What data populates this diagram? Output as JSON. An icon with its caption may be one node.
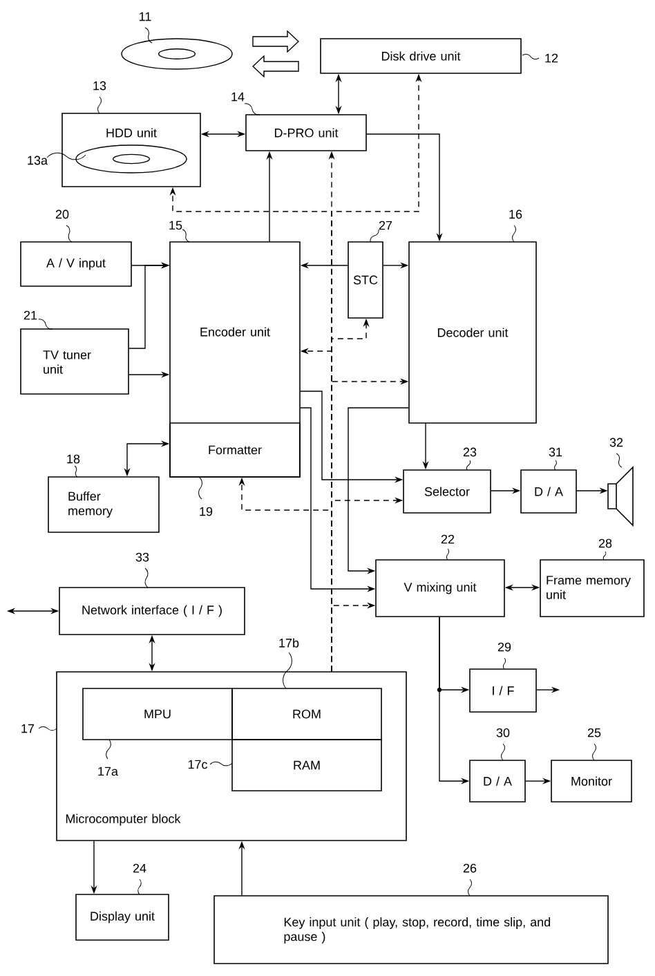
{
  "diagram": {
    "nodes": [
      {
        "text": [],
        "shape": "disc",
        "beside": [
          "11"
        ]
      },
      {
        "text": [
          "Disk drive unit"
        ],
        "beside": [
          "12"
        ]
      },
      {
        "text": [
          "HDD unit"
        ],
        "beside": [
          "13"
        ]
      },
      {
        "text": [],
        "shape": "disc",
        "in": 2,
        "beside": [
          "13a"
        ]
      },
      {
        "text": [
          "D-PRO unit"
        ],
        "beside": [
          "14"
        ]
      },
      {
        "text": [
          "A / V input"
        ],
        "beside": [
          "20"
        ]
      },
      {
        "text": [
          "Encoder unit"
        ],
        "beside": [
          "15"
        ]
      },
      {
        "text": [
          "Formatter"
        ],
        "in": 6,
        "beside": [
          "19"
        ]
      },
      {
        "text": [
          "STC"
        ],
        "beside": [
          "27"
        ]
      },
      {
        "text": [
          "Decoder unit"
        ],
        "beside": [
          "16"
        ]
      },
      {
        "text": [
          "TV tuner unit"
        ],
        "beside": [
          "21"
        ]
      },
      {
        "text": [
          "Buffer memory"
        ],
        "beside": [
          "18"
        ]
      },
      {
        "text": [
          "Selector"
        ],
        "beside": [
          "23"
        ]
      },
      {
        "text": [
          "D / A"
        ],
        "beside": [
          "31"
        ]
      },
      {
        "text": [],
        "shape": "speaker",
        "beside": [
          "32"
        ]
      },
      {
        "text": [
          "V mixing unit"
        ],
        "beside": [
          "22"
        ]
      },
      {
        "text": [
          "Frame memory unit"
        ],
        "beside": [
          "28"
        ]
      },
      {
        "text": [
          "Network interface ( I / F )"
        ],
        "beside": [
          "33"
        ]
      },
      {
        "text": [
          "Microcomputer block"
        ],
        "beside": [
          "17"
        ]
      },
      {
        "text": [
          "MPU"
        ],
        "in": 18,
        "beside": [
          "17a"
        ]
      },
      {
        "text": [
          "ROM"
        ],
        "in": 18,
        "beside": [
          "17b"
        ]
      },
      {
        "text": [
          "RAM"
        ],
        "in": 18,
        "beside": [
          "17c"
        ]
      },
      {
        "text": [
          "I / F"
        ],
        "beside": [
          "29"
        ]
      },
      {
        "text": [
          "D / A"
        ],
        "beside": [
          "30"
        ]
      },
      {
        "text": [
          "Monitor"
        ],
        "beside": [
          "25"
        ]
      },
      {
        "text": [
          "Display unit"
        ],
        "beside": [
          "24"
        ]
      },
      {
        "text": [
          "Key input unit ( play, stop, record, time slip, and pause )"
        ],
        "beside": [
          "26"
        ]
      }
    ],
    "edges": [
      {
        "from": 0,
        "to": 1,
        "arrow": "to"
      },
      {
        "from": 1,
        "to": 0,
        "arrow": "to"
      },
      {
        "from": 1,
        "to": 4,
        "arrow": "both"
      },
      {
        "from": 2,
        "to": 4,
        "arrow": "both"
      },
      {
        "from": 4,
        "to": 9,
        "arrow": "to"
      },
      {
        "from": 6,
        "to": 4,
        "arrow": "to"
      },
      {
        "from": 5,
        "to": 6,
        "arrow": "to"
      },
      {
        "from": 10,
        "to": 6,
        "arrow": "to"
      },
      {
        "from": 10,
        "to": 6,
        "arrow": "to"
      },
      {
        "from": 8,
        "to": 6,
        "arrow": "to"
      },
      {
        "from": 8,
        "to": 9,
        "arrow": "to"
      },
      {
        "from": 11,
        "to": 7,
        "arrow": "both"
      },
      {
        "from": 9,
        "to": 12,
        "arrow": "to"
      },
      {
        "from": 12,
        "to": 13,
        "arrow": "to"
      },
      {
        "from": 13,
        "to": 14,
        "arrow": "to"
      },
      {
        "from": 6,
        "to": 12,
        "arrow": "to"
      },
      {
        "from": 6,
        "to": 15,
        "arrow": "to"
      },
      {
        "from": 9,
        "to": 15,
        "arrow": "to"
      },
      {
        "from": 15,
        "to": 16,
        "arrow": "both"
      },
      {
        "from": 15,
        "to": 22,
        "arrow": "to"
      },
      {
        "from": 15,
        "to": 23,
        "arrow": "to"
      },
      {
        "from": 23,
        "to": 24,
        "arrow": "to"
      },
      {
        "from": 22,
        "to": null,
        "arrow": "to"
      },
      {
        "from": null,
        "to": 17,
        "arrow": "both"
      },
      {
        "from": 17,
        "to": 18,
        "arrow": "both"
      },
      {
        "from": 18,
        "to": 25,
        "arrow": "to"
      },
      {
        "from": 26,
        "to": 18,
        "arrow": "to"
      },
      {
        "from": 18,
        "to": 4,
        "arrow": "to",
        "style": "dashed"
      },
      {
        "from": 18,
        "to": 2,
        "arrow": "to",
        "style": "dashed"
      },
      {
        "from": 18,
        "to": 1,
        "arrow": "to",
        "style": "dashed"
      },
      {
        "from": 18,
        "to": 8,
        "arrow": "to",
        "style": "dashed"
      },
      {
        "from": 18,
        "to": 6,
        "arrow": "to",
        "style": "dashed"
      },
      {
        "from": 18,
        "to": 9,
        "arrow": "to",
        "style": "dashed"
      },
      {
        "from": 18,
        "to": 7,
        "arrow": "to",
        "style": "dashed"
      },
      {
        "from": 18,
        "to": 12,
        "arrow": "to",
        "style": "dashed"
      },
      {
        "from": 18,
        "to": 15,
        "arrow": "to",
        "style": "dashed"
      }
    ]
  }
}
